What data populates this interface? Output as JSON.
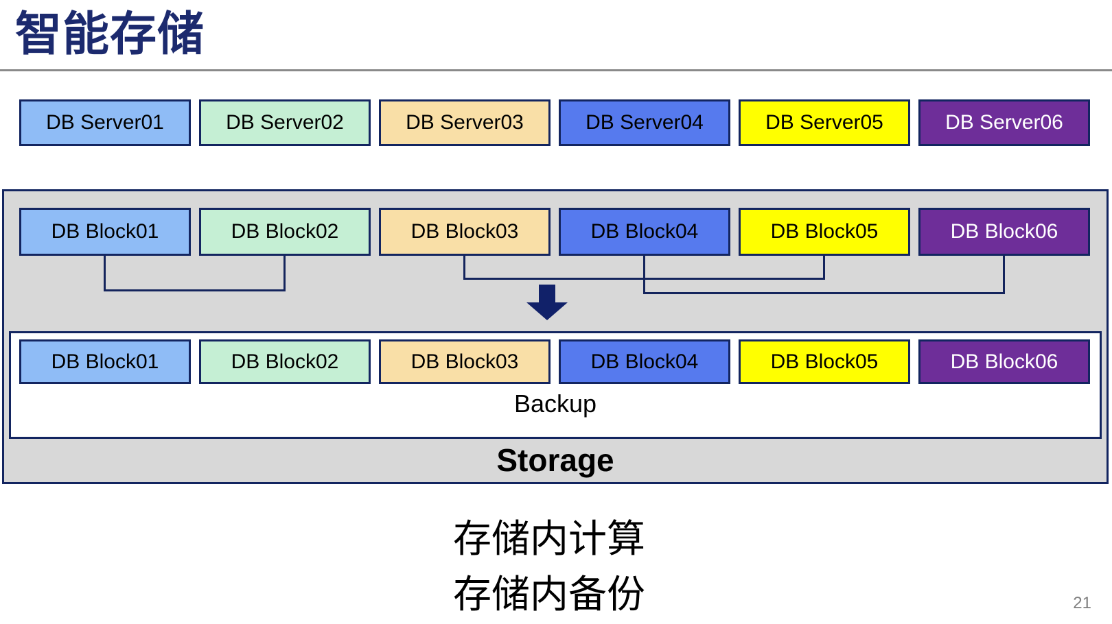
{
  "slide": {
    "title": "智能存储",
    "page_number": "21"
  },
  "servers": [
    "DB Server01",
    "DB Server02",
    "DB Server03",
    "DB Server04",
    "DB Server05",
    "DB Server06"
  ],
  "storage": {
    "blocks_top": [
      "DB Block01",
      "DB Block02",
      "DB Block03",
      "DB Block04",
      "DB Block05",
      "DB Block06"
    ],
    "blocks_bottom": [
      "DB Block01",
      "DB Block02",
      "DB Block03",
      "DB Block04",
      "DB Block05",
      "DB Block06"
    ],
    "backup_label": "Backup",
    "storage_label": "Storage"
  },
  "captions": [
    "存储内计算",
    "存储内备份"
  ],
  "palette": [
    {
      "name": "light-blue",
      "fill": "#8FBCF6",
      "text": "#000000"
    },
    {
      "name": "mint-green",
      "fill": "#C5EFD4",
      "text": "#000000"
    },
    {
      "name": "wheat",
      "fill": "#F9DFA7",
      "text": "#000000"
    },
    {
      "name": "royal-blue",
      "fill": "#567AEE",
      "text": "#000000"
    },
    {
      "name": "yellow",
      "fill": "#FFFF00",
      "text": "#000000"
    },
    {
      "name": "purple",
      "fill": "#6E2E99",
      "text": "#FFFFFF"
    }
  ],
  "colors": {
    "title": "#1C2A6E",
    "border": "#132560",
    "container_fill": "#D8D8D8",
    "connector": "#14245C",
    "arrow": "#112169",
    "rule": "#8A8A8A",
    "page_number": "#808080"
  }
}
